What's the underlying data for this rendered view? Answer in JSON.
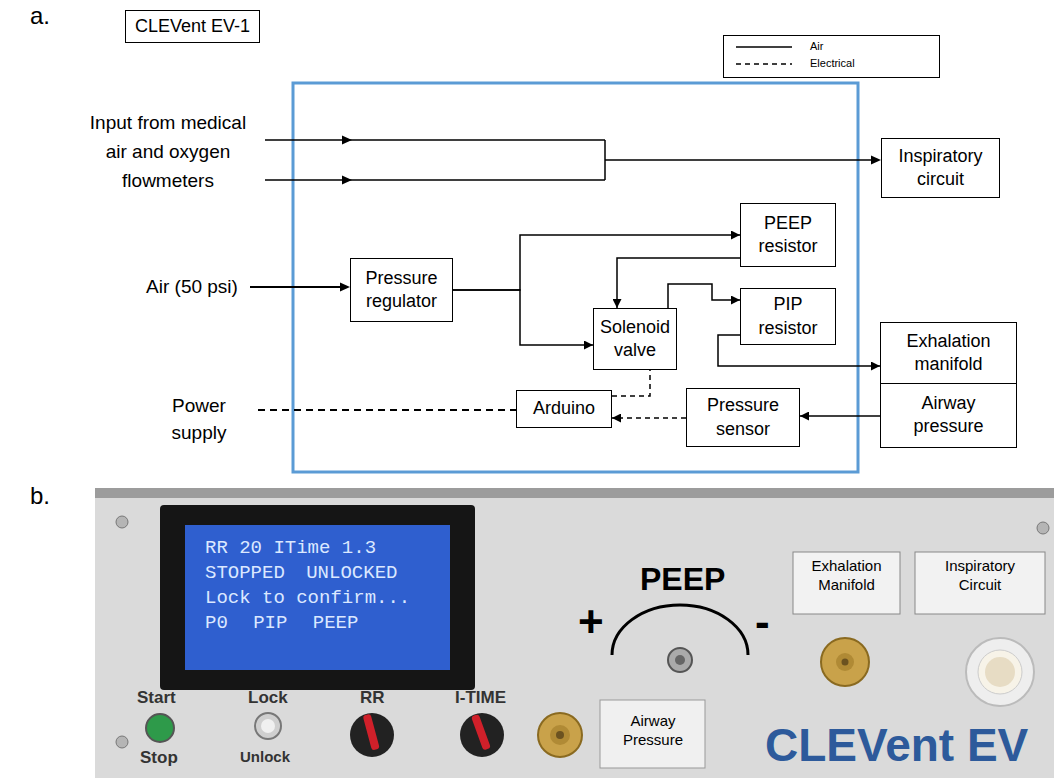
{
  "diagram": {
    "title": "CLEVent EV-1",
    "nodes": [
      {
        "text": [
          "Inspiratory circuit"
        ]
      },
      {
        "text": [
          "PEEP resistor"
        ]
      },
      {
        "text": [
          "Pressure regulator"
        ]
      },
      {
        "text": [
          "PIP resistor"
        ]
      },
      {
        "text": [
          "Solenoid valve"
        ]
      },
      {
        "text": [
          "Exhalation manifold"
        ]
      },
      {
        "text": [
          "Airway pressure"
        ]
      },
      {
        "text": [
          "Arduino"
        ]
      },
      {
        "text": [
          "Pressure sensor"
        ]
      }
    ],
    "edges": [
      {
        "from": 2,
        "to": 1,
        "arrow": "to"
      },
      {
        "from": 2,
        "to": 4,
        "arrow": "to"
      },
      {
        "from": 1,
        "to": 4,
        "arrow": "to"
      },
      {
        "from": 4,
        "to": 3,
        "arrow": "to"
      },
      {
        "from": 3,
        "to": 5,
        "arrow": "to"
      },
      {
        "from": 7,
        "to": 4,
        "arrow": "none"
      },
      {
        "from": 8,
        "to": 7,
        "arrow": "to"
      },
      {
        "from": 6,
        "to": 8,
        "arrow": "to"
      }
    ],
    "labels": [
      "a.",
      "Input from medical air and oxygen flowmeters",
      "Air (50 psi)",
      "Power supply",
      "b.",
      "RR 20 ITime 1.3",
      "STOPPED UNLOCKED",
      "Lock to confirm...",
      "P0 PIP PEEP",
      "PEEP",
      "+",
      "-",
      "Exhalation Manifold",
      "Inspiratory Circuit",
      "Start",
      "Stop",
      "Lock",
      "Unlock",
      "RR",
      "I-TIME",
      "Airway Pressure",
      "CLEVent EV"
    ],
    "legend": [
      {
        "text": "Air"
      },
      {
        "text": "Electrical"
      }
    ]
  }
}
